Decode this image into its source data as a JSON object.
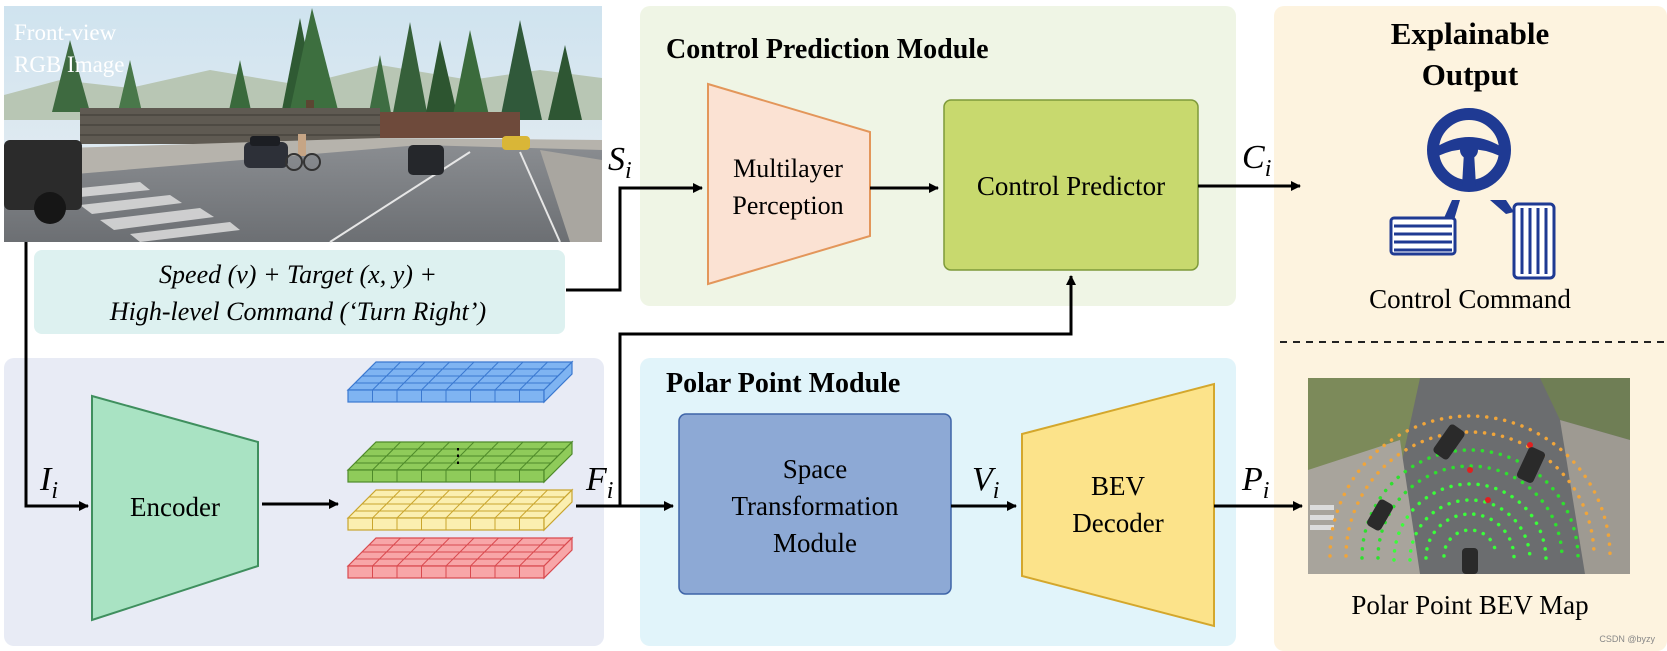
{
  "camera_image": {
    "caption_line1": "Front-view",
    "caption_line2": "RGB Image"
  },
  "measurement_box": {
    "line1": "Speed (v) + Target (x, y) +",
    "line2": "High-level Command (‘Turn Right’)"
  },
  "control_module": {
    "title": "Control Prediction Module",
    "mlp_line1": "Multilayer",
    "mlp_line2": "Perception",
    "predictor_label": "Control Predictor"
  },
  "output_panel": {
    "title_line1": "Explainable",
    "title_line2": "Output",
    "control_command_label": "Control Command",
    "bev_map_label": "Polar Point BEV Map",
    "watermark": "CSDN @byzy"
  },
  "encoder_panel": {
    "encoder_label": "Encoder",
    "ellipsis": "⋮"
  },
  "polar_module": {
    "title": "Polar Point Module",
    "stm_line1": "Space",
    "stm_line2": "Transformation",
    "stm_line3": "Module",
    "decoder_line1": "BEV",
    "decoder_line2": "Decoder"
  },
  "symbols": {
    "S": {
      "base": "S",
      "sub": "i"
    },
    "C": {
      "base": "C",
      "sub": "i"
    },
    "I": {
      "base": "I",
      "sub": "i"
    },
    "F": {
      "base": "F",
      "sub": "i"
    },
    "V": {
      "base": "V",
      "sub": "i"
    },
    "P": {
      "base": "P",
      "sub": "i"
    }
  },
  "colors": {
    "control_bg": "#EFF5E5",
    "output_bg": "#FDF3DF",
    "encoder_bg": "#E8EBF5",
    "polar_bg": "#E1F4FA",
    "measure_bg": "#DDF1F0",
    "mlp_fill": "#FBE2D3",
    "mlp_stroke": "#E3965A",
    "predictor_fill": "#C8D96E",
    "encoder_fill": "#A9E3C3",
    "stm_fill": "#8DA9D5",
    "decoder_fill": "#FCE38A",
    "wheel": "#1F3A93",
    "feature_blue": "#7FB4F2",
    "feature_green": "#8FCB5A",
    "feature_yellow": "#FBEFB0",
    "feature_red": "#F8A6A8"
  }
}
